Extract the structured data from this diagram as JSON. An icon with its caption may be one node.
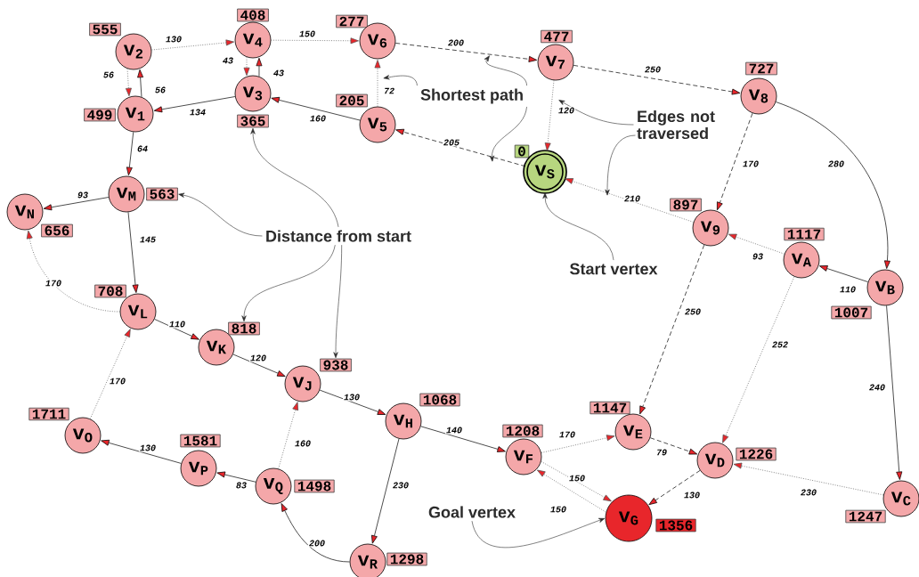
{
  "diagram": {
    "nodes": [
      {
        "text": [
          "555"
        ]
      },
      {
        "text": [
          "v$_{2}$"
        ]
      },
      {
        "text": [
          "408"
        ]
      },
      {
        "text": [
          "v$_{4}$"
        ]
      },
      {
        "text": [
          "277"
        ]
      },
      {
        "text": [
          "v$_{6}$"
        ]
      },
      {
        "text": [
          "477"
        ]
      },
      {
        "text": [
          "v$_{7}$"
        ]
      },
      {
        "text": [
          "727"
        ]
      },
      {
        "text": [
          "v$_{8}$"
        ]
      },
      {
        "text": [
          "499"
        ]
      },
      {
        "text": [
          "v$_{1}$"
        ]
      },
      {
        "text": [
          "v$_{3}$"
        ]
      },
      {
        "text": [
          "365"
        ]
      },
      {
        "text": [
          "205"
        ]
      },
      {
        "text": [
          "v$_{5}$"
        ]
      },
      {
        "text": [
          "Shortest path"
        ]
      },
      {
        "text": [
          "Edges not traversed"
        ]
      },
      {
        "text": [
          "0"
        ]
      },
      {
        "text": [
          "v$_{S}$"
        ]
      },
      {
        "text": [
          "v$_{M}$"
        ]
      },
      {
        "text": [
          "563"
        ]
      },
      {
        "text": [
          "v$_{N}$"
        ]
      },
      {
        "text": [
          "656"
        ]
      },
      {
        "text": [
          "Distance from start"
        ]
      },
      {
        "text": [
          "897"
        ]
      },
      {
        "text": [
          "v$_{9}$"
        ]
      },
      {
        "text": [
          "1117"
        ]
      },
      {
        "text": [
          "v$_{A}$"
        ]
      },
      {
        "text": [
          "Start vertex"
        ]
      },
      {
        "text": [
          "v$_{B}$"
        ]
      },
      {
        "text": [
          "1007"
        ]
      },
      {
        "text": [
          "708"
        ]
      },
      {
        "text": [
          "v$_{L}$"
        ]
      },
      {
        "text": [
          "v$_{K}$"
        ]
      },
      {
        "text": [
          "818"
        ]
      },
      {
        "text": [
          "v$_{J}$"
        ]
      },
      {
        "text": [
          "938"
        ]
      },
      {
        "text": [
          "v$_{H}$"
        ]
      },
      {
        "text": [
          "1068"
        ]
      },
      {
        "text": [
          "1711"
        ]
      },
      {
        "text": [
          "v$_{O}$"
        ]
      },
      {
        "text": [
          "1581"
        ]
      },
      {
        "text": [
          "v$_{P}$"
        ]
      },
      {
        "text": [
          "1147"
        ]
      },
      {
        "text": [
          "v$_{E}$"
        ]
      },
      {
        "text": [
          "1208"
        ]
      },
      {
        "text": [
          "v$_{F}$"
        ]
      },
      {
        "text": [
          "v$_{D}$"
        ]
      },
      {
        "text": [
          "1226"
        ]
      },
      {
        "text": [
          "v$_{Q}$"
        ]
      },
      {
        "text": [
          "1498"
        ]
      },
      {
        "text": [
          "Goal vertex"
        ]
      },
      {
        "text": [
          "v$_{G}$"
        ]
      },
      {
        "text": [
          "1356"
        ]
      },
      {
        "text": [
          "v$_{C}$"
        ]
      },
      {
        "text": [
          "1247"
        ]
      },
      {
        "text": [
          "v$_{R}$"
        ]
      },
      {
        "text": [
          "1298"
        ]
      }
    ],
    "edges": [
      {
        "from": 1,
        "to": 3,
        "arrow": "to",
        "label": "130",
        "style": "dashed",
        "color": "#555555"
      },
      {
        "from": 1,
        "to": 11,
        "arrow": "to",
        "label": "56",
        "style": "dashed",
        "color": "#555555"
      },
      {
        "from": 11,
        "to": 1,
        "arrow": "to",
        "label": "56"
      },
      {
        "from": 3,
        "to": 12,
        "arrow": "to",
        "label": "43",
        "style": "dashed",
        "color": "#555555"
      },
      {
        "from": 12,
        "to": 3,
        "arrow": "to",
        "label": "43"
      },
      {
        "from": 3,
        "to": 5,
        "arrow": "to",
        "label": "150",
        "style": "dashed",
        "color": "#555555"
      },
      {
        "from": 12,
        "to": 11,
        "arrow": "to",
        "label": "134"
      },
      {
        "from": 15,
        "to": 12,
        "arrow": "to",
        "label": "160"
      },
      {
        "from": 15,
        "to": 5,
        "arrow": "to",
        "label": "72",
        "style": "dashed",
        "color": "#555555"
      },
      {
        "from": 5,
        "to": 7,
        "arrow": "to",
        "label": "200",
        "style": "dashed"
      },
      {
        "from": 7,
        "to": 9,
        "arrow": "to",
        "label": "250",
        "style": "dashed"
      },
      {
        "from": 7,
        "to": 19,
        "arrow": "to",
        "label": "120",
        "style": "dashed",
        "color": "#555555"
      },
      {
        "from": 19,
        "to": 15,
        "arrow": "to",
        "label": "205",
        "style": "dashed"
      },
      {
        "from": 9,
        "to": 26,
        "arrow": "to",
        "label": "170",
        "style": "dashed"
      },
      {
        "from": 9,
        "to": 30,
        "arrow": "to",
        "label": "280"
      },
      {
        "from": 26,
        "to": 19,
        "arrow": "to",
        "label": "210",
        "style": "dashed",
        "color": "#555555"
      },
      {
        "from": 28,
        "to": 26,
        "arrow": "to",
        "label": "93",
        "style": "dashed",
        "color": "#555555"
      },
      {
        "from": 30,
        "to": 28,
        "arrow": "to",
        "label": "110"
      },
      {
        "from": 11,
        "to": 20,
        "arrow": "to",
        "label": "64"
      },
      {
        "from": 20,
        "to": 22,
        "arrow": "to",
        "label": "93"
      },
      {
        "from": 20,
        "to": 33,
        "arrow": "to",
        "label": "145"
      },
      {
        "from": 33,
        "to": 22,
        "arrow": "to",
        "label": "170",
        "style": "dashed",
        "color": "#555555"
      },
      {
        "from": 33,
        "to": 34,
        "arrow": "to",
        "label": "110"
      },
      {
        "from": 34,
        "to": 36,
        "arrow": "to",
        "label": "120"
      },
      {
        "from": 36,
        "to": 38,
        "arrow": "to",
        "label": "130"
      },
      {
        "from": 38,
        "to": 47,
        "arrow": "to",
        "label": "140"
      },
      {
        "from": 38,
        "to": 57,
        "arrow": "to",
        "label": "230"
      },
      {
        "from": 57,
        "to": 50,
        "arrow": "to",
        "label": "200"
      },
      {
        "from": 50,
        "to": 36,
        "arrow": "to",
        "label": "160",
        "style": "dashed",
        "color": "#555555"
      },
      {
        "from": 50,
        "to": 43,
        "arrow": "to",
        "label": "83"
      },
      {
        "from": 43,
        "to": 41,
        "arrow": "to",
        "label": "130"
      },
      {
        "from": 41,
        "to": 33,
        "arrow": "to",
        "label": "170",
        "style": "dashed",
        "color": "#555555"
      },
      {
        "from": 47,
        "to": 45,
        "arrow": "to",
        "label": "170",
        "style": "dashed",
        "color": "#555555"
      },
      {
        "from": 47,
        "to": 53,
        "arrow": "to",
        "label": "150",
        "style": "dashed",
        "color": "#555555"
      },
      {
        "from": 53,
        "to": 47,
        "arrow": "to",
        "label": "150",
        "style": "dashed",
        "color": "#555555"
      },
      {
        "from": 26,
        "to": 45,
        "arrow": "to",
        "label": "250",
        "style": "dashed"
      },
      {
        "from": 45,
        "to": 48,
        "arrow": "to",
        "label": "79",
        "style": "dashed"
      },
      {
        "from": 28,
        "to": 48,
        "arrow": "to",
        "label": "252",
        "style": "dashed",
        "color": "#555555"
      },
      {
        "from": 30,
        "to": 55,
        "arrow": "to",
        "label": "240"
      },
      {
        "from": 55,
        "to": 48,
        "arrow": "to",
        "label": "230",
        "style": "dashed",
        "color": "#555555"
      },
      {
        "from": 48,
        "to": 53,
        "arrow": "to",
        "label": "130",
        "style": "dashed"
      },
      {
        "from": 16,
        "to": null,
        "arrow": "to"
      },
      {
        "from": 16,
        "to": null,
        "arrow": "to"
      },
      {
        "from": 16,
        "to": null,
        "arrow": "to"
      },
      {
        "from": 17,
        "to": null,
        "arrow": "to"
      },
      {
        "from": 17,
        "to": null,
        "arrow": "to"
      },
      {
        "from": 24,
        "to": 21,
        "arrow": "to"
      },
      {
        "from": 24,
        "to": 13,
        "arrow": "to"
      },
      {
        "from": 24,
        "to": 35,
        "arrow": "to"
      },
      {
        "from": 24,
        "to": 37,
        "arrow": "to"
      },
      {
        "from": 29,
        "to": 19,
        "arrow": "to"
      },
      {
        "from": 52,
        "to": 53,
        "arrow": "to"
      }
    ]
  }
}
